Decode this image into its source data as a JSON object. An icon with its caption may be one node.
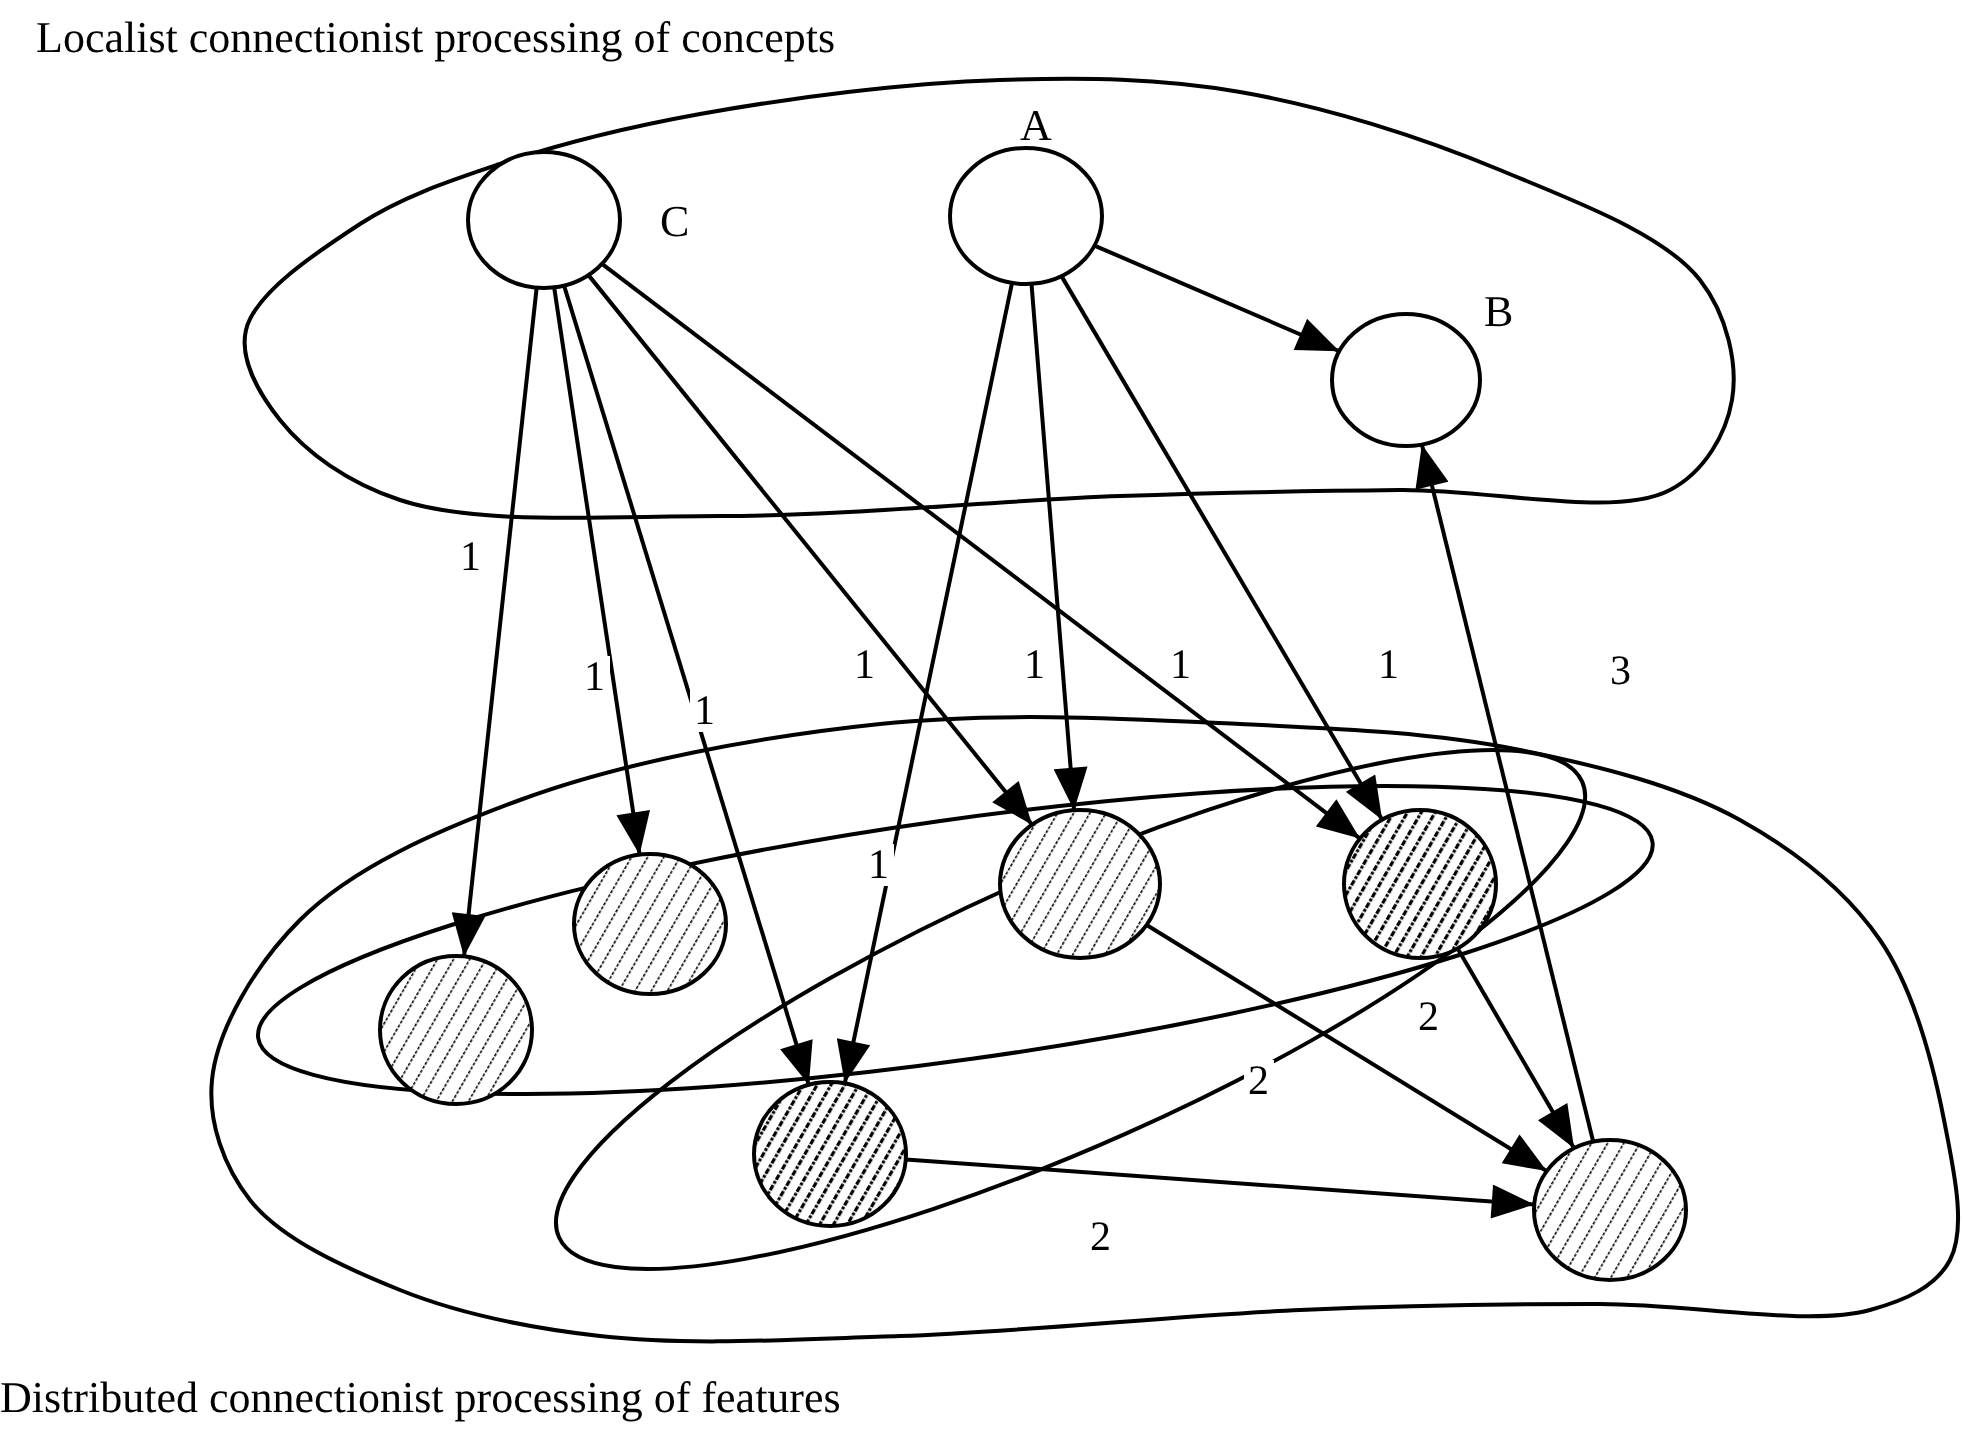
{
  "diagram": {
    "nodes": [
      {
        "text": [
          "Localist connectionist processing of concepts"
        ]
      },
      {
        "text": [
          "C"
        ],
        "in": 0
      },
      {
        "text": [
          "A"
        ],
        "in": 0
      },
      {
        "text": [
          "B"
        ],
        "in": 0
      },
      {
        "text": [
          "Distributed connectionist processing of features"
        ]
      },
      {
        "text": [],
        "shape": "ellipse",
        "in": 4
      },
      {
        "text": [],
        "shape": "ellipse",
        "in": 4
      },
      {
        "text": [],
        "shape": "circle",
        "in": 5
      },
      {
        "text": [],
        "shape": "circle",
        "in": 5
      },
      {
        "text": [],
        "shape": "circle"
      },
      {
        "text": [],
        "shape": "circle"
      },
      {
        "text": [],
        "shape": "circle",
        "in": 6
      },
      {
        "text": [],
        "shape": "circle",
        "in": 4
      }
    ],
    "edges": [
      {
        "from": 1,
        "to": 7,
        "arrow": "to",
        "label": "1"
      },
      {
        "from": 1,
        "to": 8,
        "arrow": "to",
        "label": "1"
      },
      {
        "from": 1,
        "to": 11,
        "arrow": "to",
        "label": "1"
      },
      {
        "from": 1,
        "to": 9,
        "arrow": "to",
        "label": "1"
      },
      {
        "from": 1,
        "to": 10,
        "arrow": "to",
        "label": "1"
      },
      {
        "from": 2,
        "to": 11,
        "arrow": "to",
        "label": "1"
      },
      {
        "from": 2,
        "to": 9,
        "arrow": "to",
        "label": "1"
      },
      {
        "from": 2,
        "to": 10,
        "arrow": "to",
        "label": "1"
      },
      {
        "from": 2,
        "to": 3,
        "arrow": "to"
      },
      {
        "from": 12,
        "to": 3,
        "arrow": "to",
        "label": "3"
      },
      {
        "from": 9,
        "to": 12,
        "arrow": "to",
        "label": "2"
      },
      {
        "from": 10,
        "to": 12,
        "arrow": "to",
        "label": "2"
      },
      {
        "from": 11,
        "to": 12,
        "arrow": "to",
        "label": "2"
      }
    ]
  }
}
